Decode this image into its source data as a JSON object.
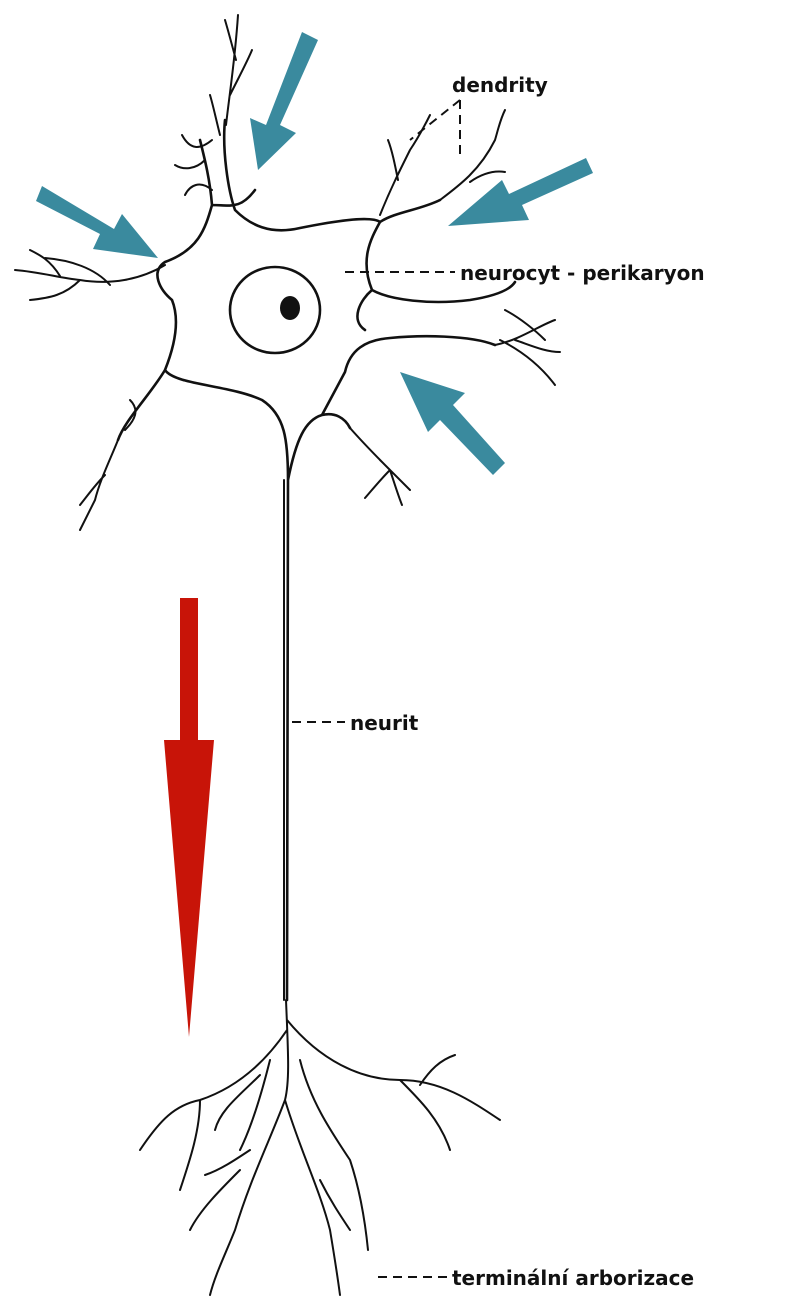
{
  "labels": {
    "dendrites": "dendrity",
    "cell_body": "neurocyt - perikaryon",
    "axon": "neurit",
    "terminal": "terminální arborizace"
  },
  "colors": {
    "input_arrow": "#3a8a9e",
    "output_arrow": "#c81408",
    "ink": "#111111",
    "background": "#ffffff"
  },
  "icons": {
    "input_arrows": "arrow-icon",
    "output_arrow": "arrow-down-icon"
  }
}
